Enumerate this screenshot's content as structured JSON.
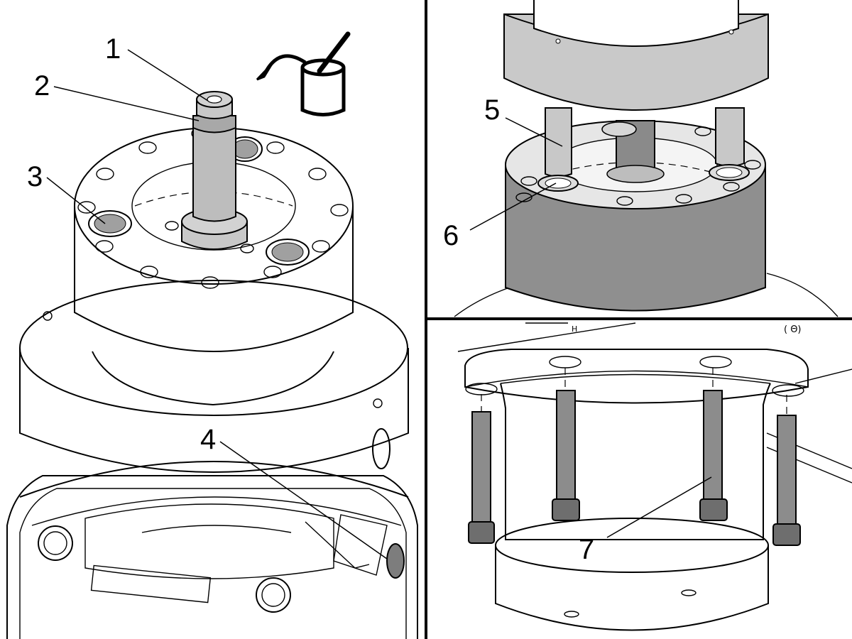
{
  "figure": {
    "panels": [
      {
        "id": "left",
        "callouts": [
          "1",
          "2",
          "3",
          "4"
        ]
      },
      {
        "id": "top-right",
        "callouts": [
          "5",
          "6"
        ]
      },
      {
        "id": "bottom-right",
        "callouts": [
          "7"
        ]
      }
    ],
    "callout_labels": {
      "c1": "1",
      "c2": "2",
      "c3": "3",
      "c4": "4",
      "c5": "5",
      "c6": "6",
      "c7": "7"
    },
    "icons": [
      "rotate-arrow-icon",
      "grease-pot-icon"
    ],
    "colors": {
      "line": "#000000",
      "background": "#ffffff",
      "part_light": "#c8c8c8",
      "part_mid": "#9a9a9a",
      "part_dark": "#7d7d7d",
      "hole_fill": "#a0a0a0"
    }
  }
}
